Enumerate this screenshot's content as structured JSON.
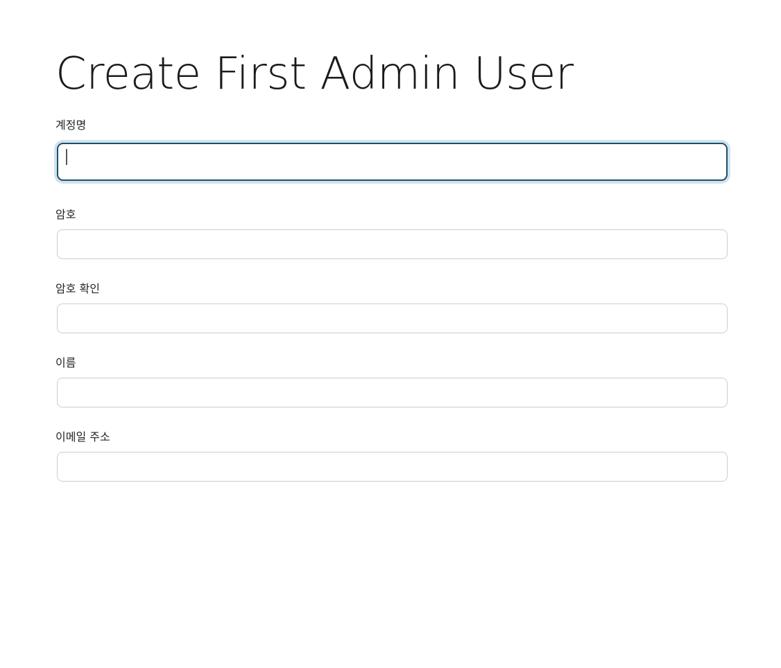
{
  "page": {
    "title": "Create First Admin User",
    "background_color": "#ffffff",
    "text_color": "#1b1b1f"
  },
  "theme": {
    "focus_border_color": "#1d4e6b",
    "focus_ring_color": "#cfe2ef",
    "input_border_color": "#c7ced5",
    "label_color": "#212529",
    "caret_color": "#55595e"
  },
  "form": {
    "fields": [
      {
        "name": "username",
        "label": "계정명",
        "type": "text",
        "value": "",
        "placeholder": "",
        "focused": true
      },
      {
        "name": "password",
        "label": "암호",
        "type": "password",
        "value": "",
        "placeholder": "",
        "focused": false
      },
      {
        "name": "password-confirm",
        "label": "암호 확인",
        "type": "password",
        "value": "",
        "placeholder": "",
        "focused": false
      },
      {
        "name": "full-name",
        "label": "이름",
        "type": "text",
        "value": "",
        "placeholder": "",
        "focused": false
      },
      {
        "name": "email",
        "label": "이메일 주소",
        "type": "email",
        "value": "",
        "placeholder": "",
        "focused": false
      }
    ]
  }
}
